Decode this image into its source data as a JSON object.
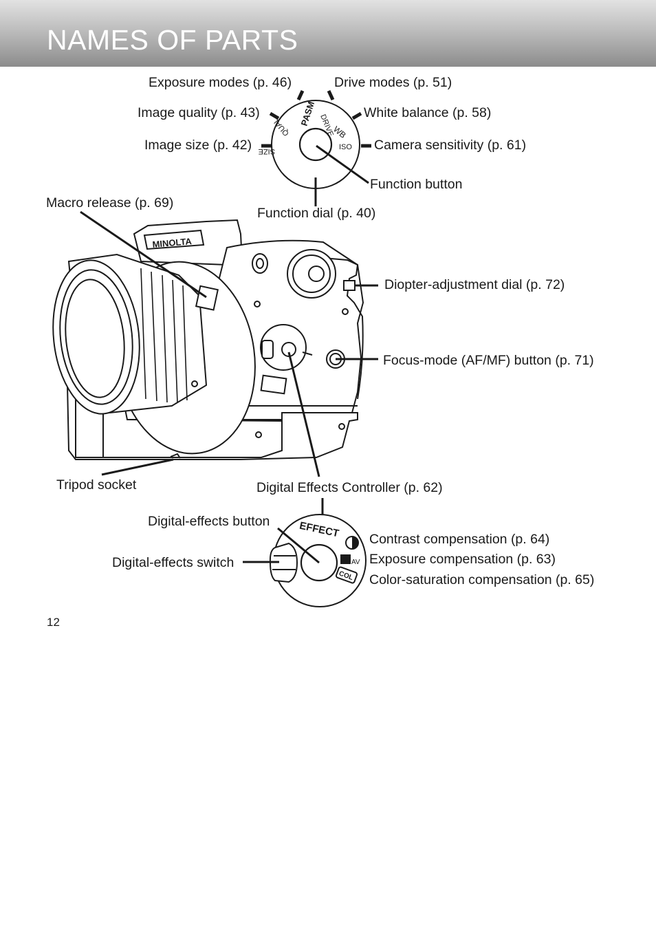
{
  "header": {
    "title": "NAMES OF PARTS"
  },
  "labels": {
    "exposure_modes": "Exposure modes (p. 46)",
    "drive_modes": "Drive modes (p. 51)",
    "image_quality": "Image quality (p. 43)",
    "white_balance": "White balance (p. 58)",
    "image_size": "Image size (p. 42)",
    "camera_sensitivity": "Camera sensitivity (p. 61)",
    "function_button": "Function button",
    "function_dial": "Function dial (p. 40)",
    "macro_release": "Macro release (p. 69)",
    "diopter_dial": "Diopter-adjustment dial (p. 72)",
    "focus_mode_button": "Focus-mode (AF/MF) button (p. 71)",
    "tripod_socket": "Tripod socket",
    "digital_effects_controller": "Digital Effects Controller (p. 62)",
    "digital_effects_button": "Digital-effects button",
    "digital_effects_switch": "Digital-effects switch",
    "contrast_compensation": "Contrast compensation (p. 64)",
    "exposure_compensation": "Exposure compensation (p. 63)",
    "color_saturation_compensation": "Color-saturation compensation (p. 65)"
  },
  "function_dial_markings": {
    "exposure": "PASM",
    "drive": "DRIVE",
    "wb": "WB",
    "iso": "ISO",
    "size": "SIZE",
    "qual": "QUAL"
  },
  "effect_dial_markings": {
    "effect": "EFFECT",
    "av": "AV",
    "col": "COL"
  },
  "camera": {
    "brand_mark": "MINOLTA"
  },
  "page_number": "12"
}
